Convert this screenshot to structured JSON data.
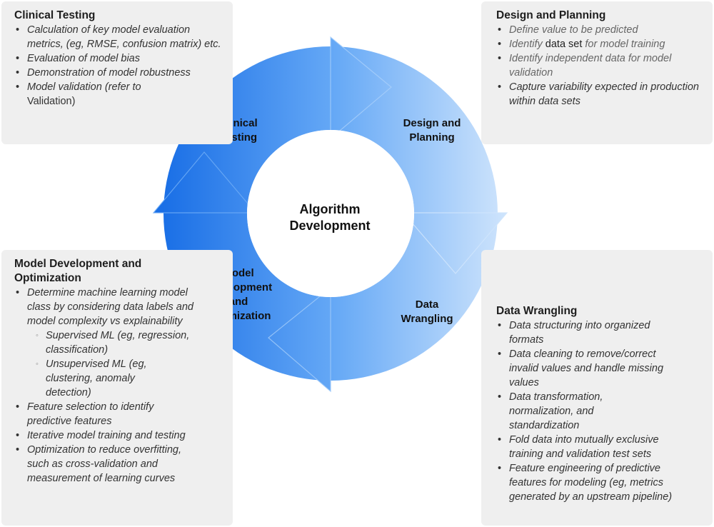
{
  "diagram": {
    "title": "Algorithm Development",
    "type": "cycle",
    "colors": {
      "dark": "#1a6fe6",
      "mid": "#5ea4f5",
      "light": "#cfe4fc",
      "box_bg": "#efefef"
    },
    "stages": [
      {
        "label_lines": [
          "Clinical",
          "Testing"
        ]
      },
      {
        "label_lines": [
          "Design and",
          "Planning"
        ]
      },
      {
        "label_lines": [
          "Data",
          "Wrangling"
        ]
      },
      {
        "label_lines": [
          "Model",
          "Development",
          "and",
          "Optimization"
        ]
      }
    ],
    "center_lines": [
      "Algorithm",
      "Development"
    ],
    "flow": [
      "Clinical Testing",
      "Design and Planning",
      "Data Wrangling",
      "Model Development and Optimization",
      "Clinical Testing"
    ]
  },
  "boxes": {
    "clinical_testing": {
      "title": "Clinical Testing",
      "items": [
        {
          "text": "Calculation of key model evaluation metrics, (eg, RMSE, confusion matrix) etc."
        },
        {
          "text": "Evaluation of model bias"
        },
        {
          "text": "Demonstration of model robustness"
        },
        {
          "text": "Model validation (refer to",
          "text_plain": "Validation)"
        }
      ]
    },
    "design_planning": {
      "title": "Design and Planning",
      "items": [
        {
          "text": "Define value to be predicted"
        },
        {
          "pre": "Identify ",
          "plain": "data set",
          "post": " for model training"
        },
        {
          "text": "Identify independent data for model validation"
        },
        {
          "text": "Capture variability expected in production within data sets"
        }
      ]
    },
    "model_development": {
      "title": "Model Development and Optimization",
      "items": [
        {
          "text": "Determine machine learning model class by considering data labels and model complexity vs explainability"
        },
        {
          "text": "Supervised ML (eg, regression, classification)",
          "level": 2
        },
        {
          "text": "Unsupervised ML (eg, clustering, anomaly detection)",
          "level": 2
        },
        {
          "text": "Feature selection to identify predictive features"
        },
        {
          "text": "Iterative model training and testing"
        },
        {
          "text": "Optimization to reduce overfitting, such as cross-validation and measurement of learning curves"
        }
      ]
    },
    "data_wrangling": {
      "title": "Data Wrangling",
      "items": [
        {
          "text": "Data structuring into organized formats"
        },
        {
          "text": "Data cleaning to remove/correct invalid values and handle missing values"
        },
        {
          "text": "Data transformation, normalization, and standardization"
        },
        {
          "text": "Fold data into mutually exclusive training and validation test sets"
        },
        {
          "text": "Feature engineering of predictive features for modeling (eg, metrics generated by an upstream pipeline)"
        }
      ]
    }
  }
}
